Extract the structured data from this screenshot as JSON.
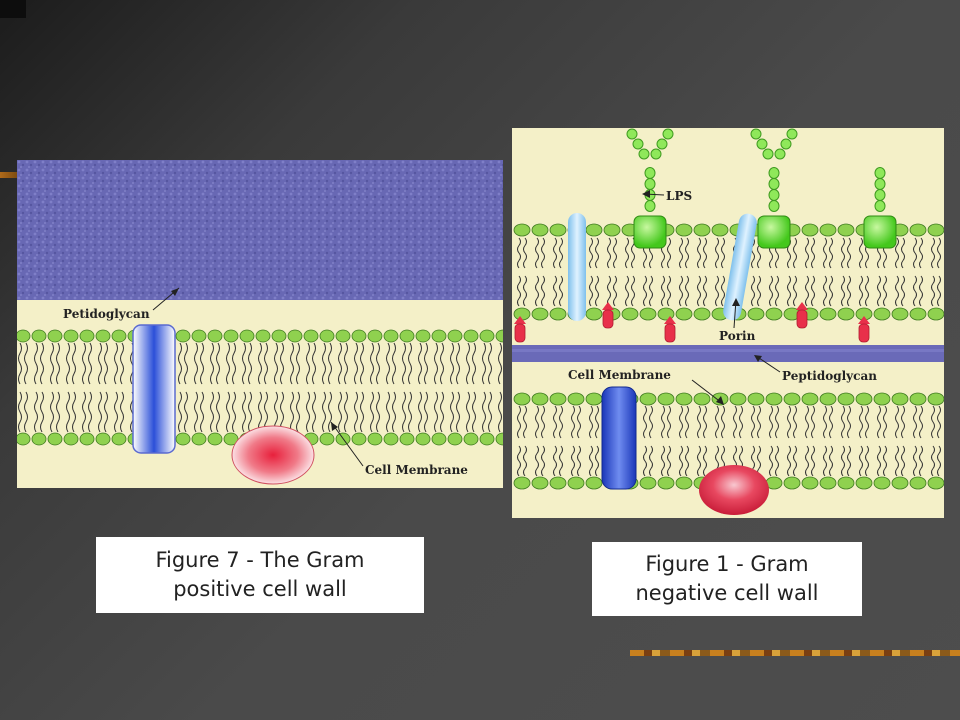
{
  "figures": {
    "left": {
      "labels": {
        "peptidoglycan": "Petidoglycan",
        "cell_membrane": "Cell Membrane"
      },
      "caption": {
        "line1": "Figure 7 - The Gram",
        "line2": "positive cell wall"
      }
    },
    "right": {
      "labels": {
        "lps": "LPS",
        "porin": "Porin",
        "cell_membrane": "Cell Membrane",
        "peptidoglycan": "Peptidoglycan"
      },
      "caption": {
        "line1": "Figure 1 - Gram",
        "line2": "negative cell wall"
      }
    }
  },
  "colors": {
    "peptidoglycan": "#6a6ab8",
    "background_cream": "#f4f0c8",
    "lipid_head": "#8fd14f",
    "lps": "#6fdc3a",
    "porin": "#8ec8f0",
    "protein_blue": "#1f3fc8",
    "protein_red": "#e8304a"
  }
}
